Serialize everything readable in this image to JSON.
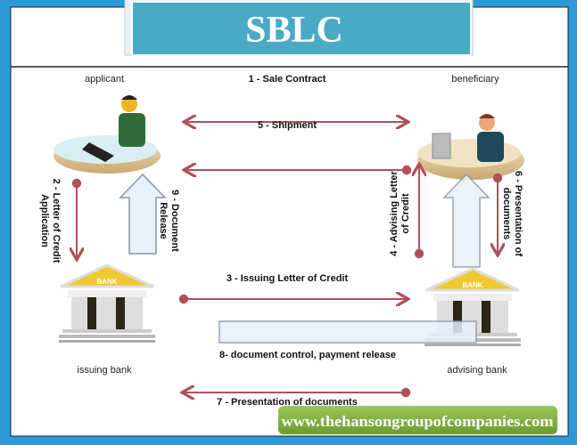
{
  "title": "SBLC",
  "parties": {
    "applicant": "applicant",
    "beneficiary": "beneficiary",
    "issuing_bank": "issuing bank",
    "advising_bank": "advising bank",
    "bank_sign": "BANK"
  },
  "steps": {
    "s1": "1 - Sale Contract",
    "s5": "5 - Shipment",
    "s2": [
      "2 - Letter of Credit",
      "Application"
    ],
    "s9": [
      "9 - Document",
      "Release"
    ],
    "s4": [
      "4 - Advising Letter",
      "of Credit"
    ],
    "s6": [
      "6 - Presentation of",
      "documents"
    ],
    "s3": "3 - Issuing Letter of Credit",
    "s8": "8- document control, payment release",
    "s7": "7 - Presentation of documents"
  },
  "watermark": "www.thehansongroupofcompanies.com",
  "colors": {
    "frame": "#2b9ad6",
    "title_bg": "#4aaac4",
    "arrow": "#b0505a",
    "banner": "#7fae3e"
  }
}
